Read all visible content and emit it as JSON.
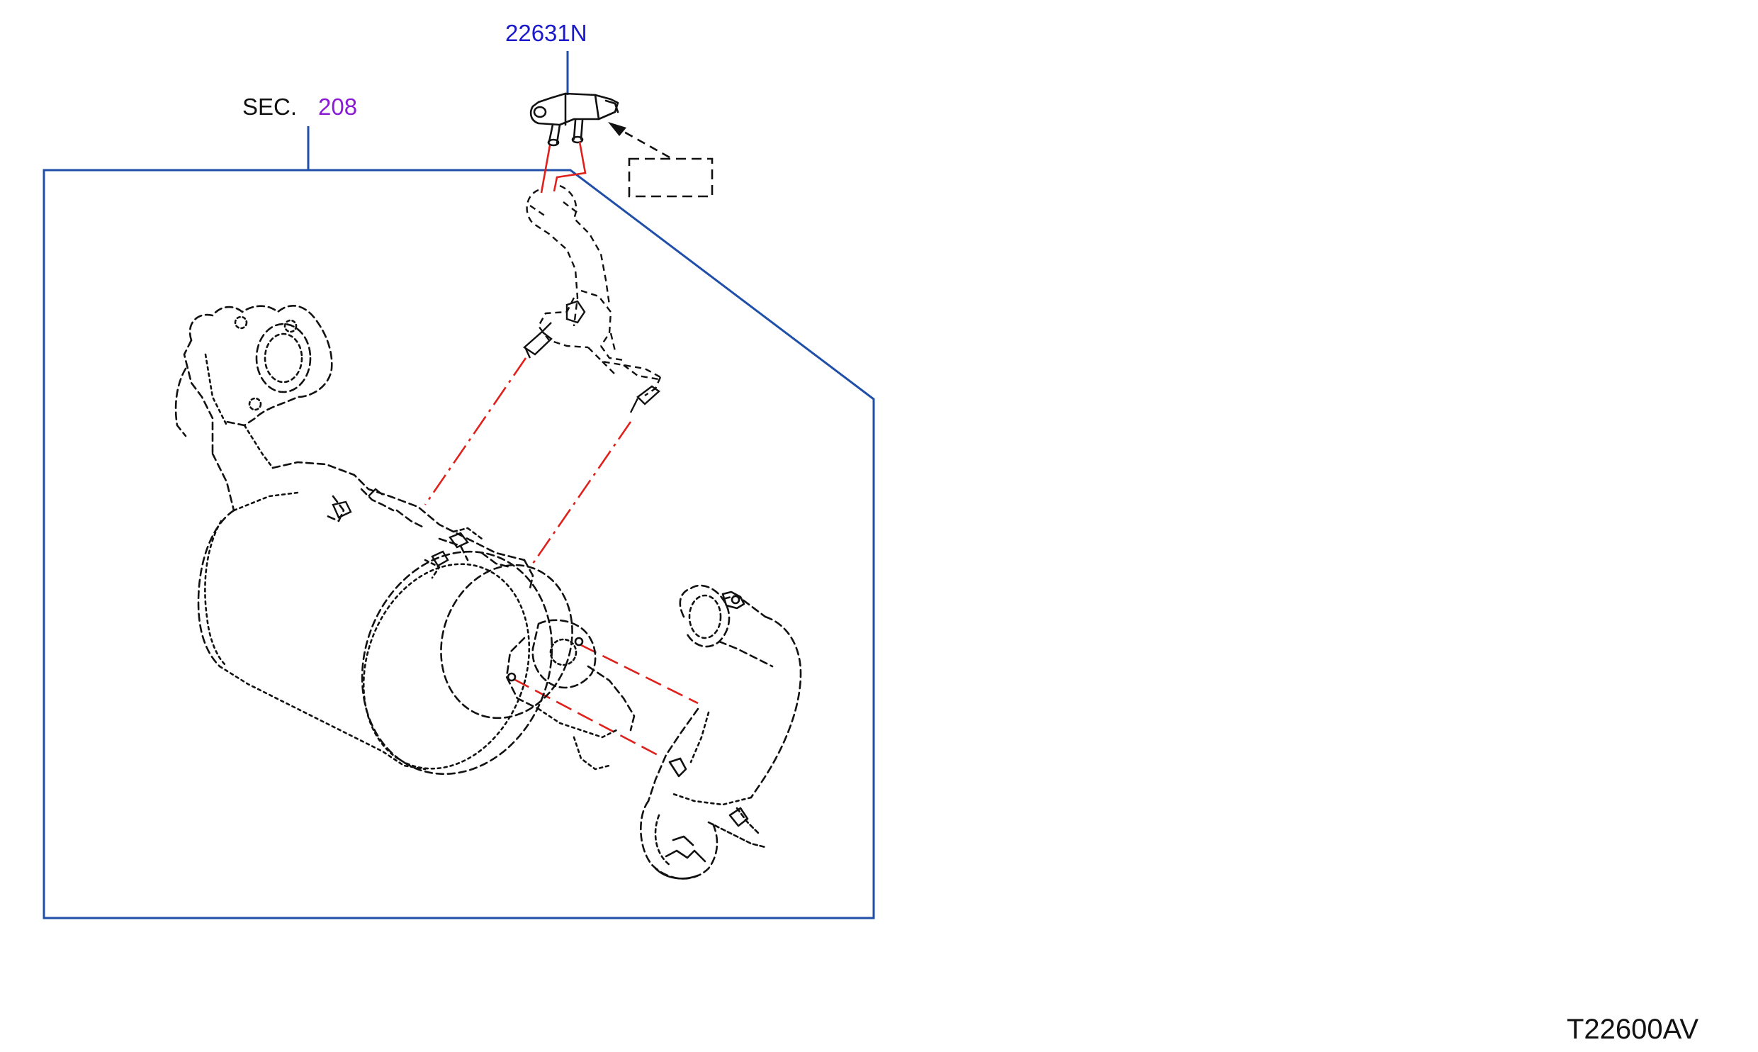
{
  "callouts": {
    "part_number": "22631N",
    "section_prefix": "SEC.",
    "section_number": "208"
  },
  "diagram_code": "T22600AV",
  "colors": {
    "part_label": "#1a1acc",
    "section_number": "#8a1ad6",
    "text": "#111111",
    "leader_line": "#1f4fa8",
    "connection_line": "#e0201b",
    "drawing_line": "#111111"
  }
}
